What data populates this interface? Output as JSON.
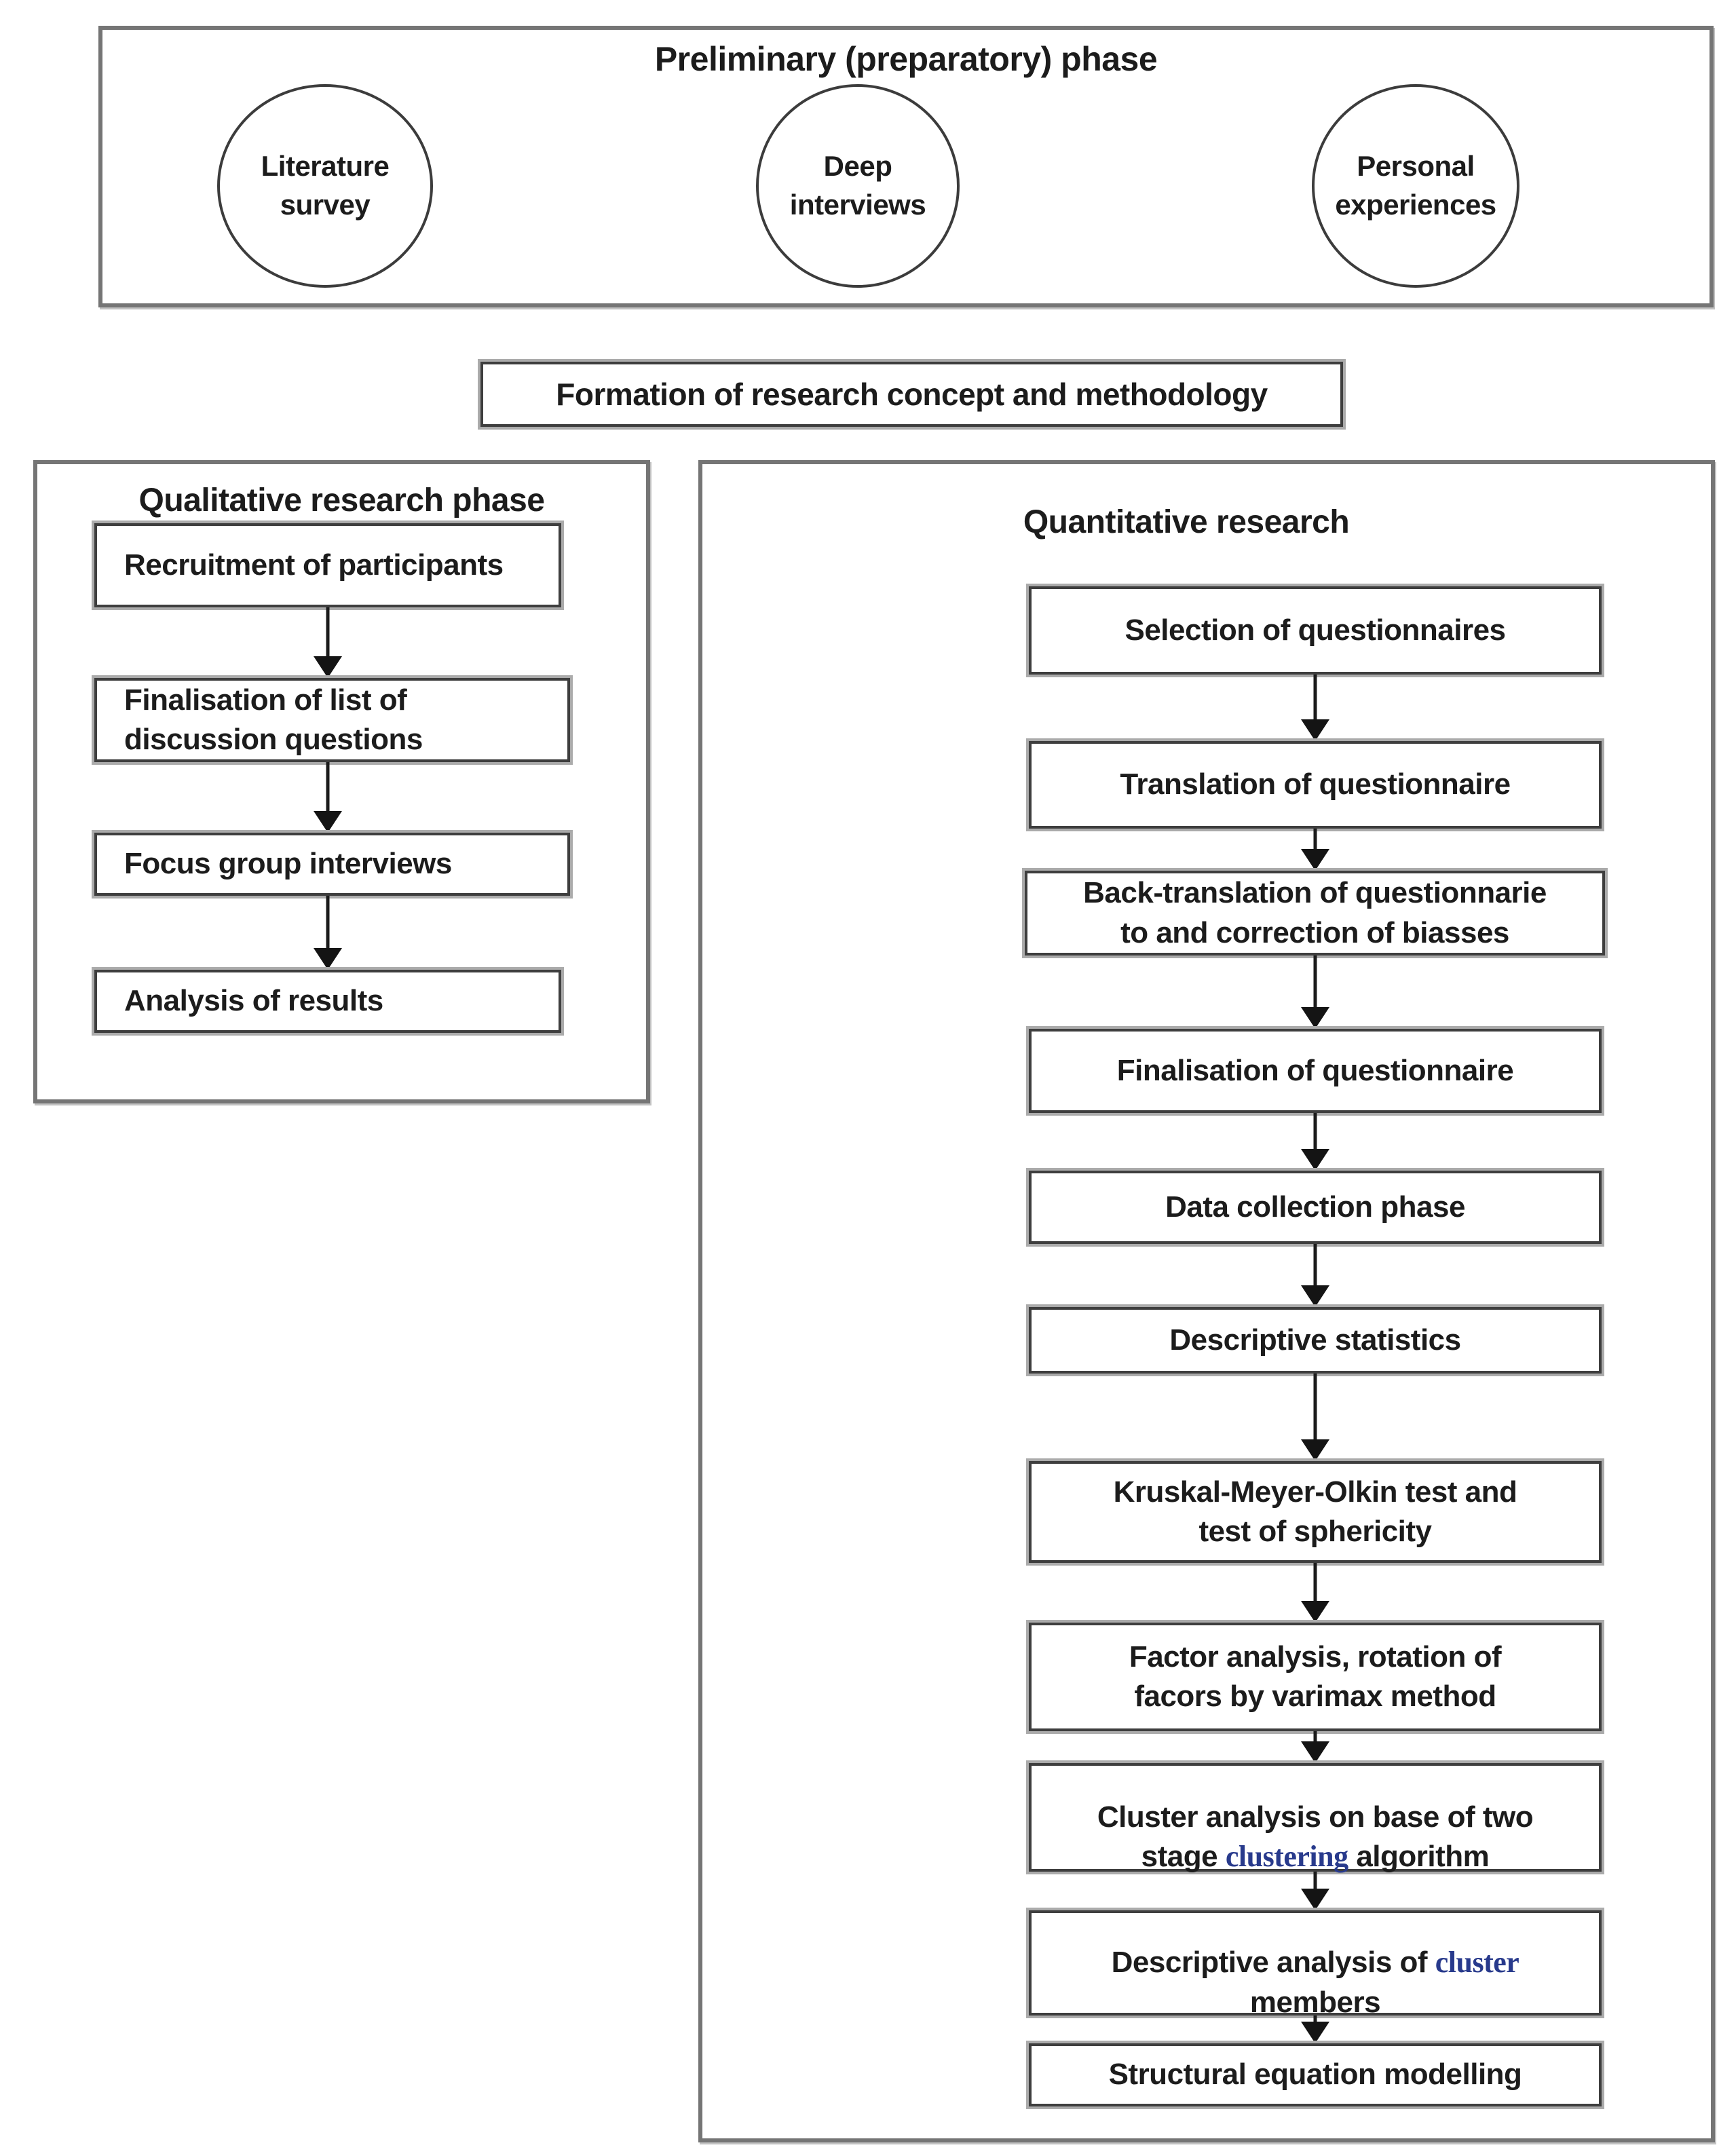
{
  "colors": {
    "box_border": "#3e3e3e",
    "panel_border": "#757575",
    "text": "#1c1c1c",
    "highlight_text": "#283a8c",
    "arrow": "#1b1b1b"
  },
  "preliminary": {
    "title": "Preliminary (preparatory) phase",
    "circles": [
      {
        "label": "Literature\nsurvey"
      },
      {
        "label": "Deep\ninterviews"
      },
      {
        "label": "Personal\nexperiences"
      }
    ]
  },
  "formation": {
    "label": "Formation of research concept and methodology"
  },
  "qualitative": {
    "title": "Qualitative research phase",
    "steps": [
      {
        "label": "Recruitment of participants"
      },
      {
        "label": "Finalisation of list of\ndiscussion questions"
      },
      {
        "label": "Focus group interviews"
      },
      {
        "label": "Analysis of results"
      }
    ]
  },
  "quantitative": {
    "title": "Quantitative research",
    "steps": [
      {
        "label": "Selection of questionnaires"
      },
      {
        "label": "Translation of questionnaire"
      },
      {
        "label": "Back-translation of questionnarie\nto and correction of biasses"
      },
      {
        "label": "Finalisation of questionnaire"
      },
      {
        "label": "Data collection phase"
      },
      {
        "label": "Descriptive statistics"
      },
      {
        "label": "Kruskal-Meyer-Olkin test and\ntest of sphericity"
      },
      {
        "label": "Factor analysis, rotation of\nfacors by varimax method"
      },
      {
        "pre": "Cluster analysis on base of two\nstage ",
        "highlight": "clustering",
        "post": " algorithm"
      },
      {
        "pre": "Descriptive analysis of ",
        "highlight": "cluster",
        "post": "\nmembers"
      },
      {
        "label": "Structural equation modelling"
      }
    ]
  }
}
